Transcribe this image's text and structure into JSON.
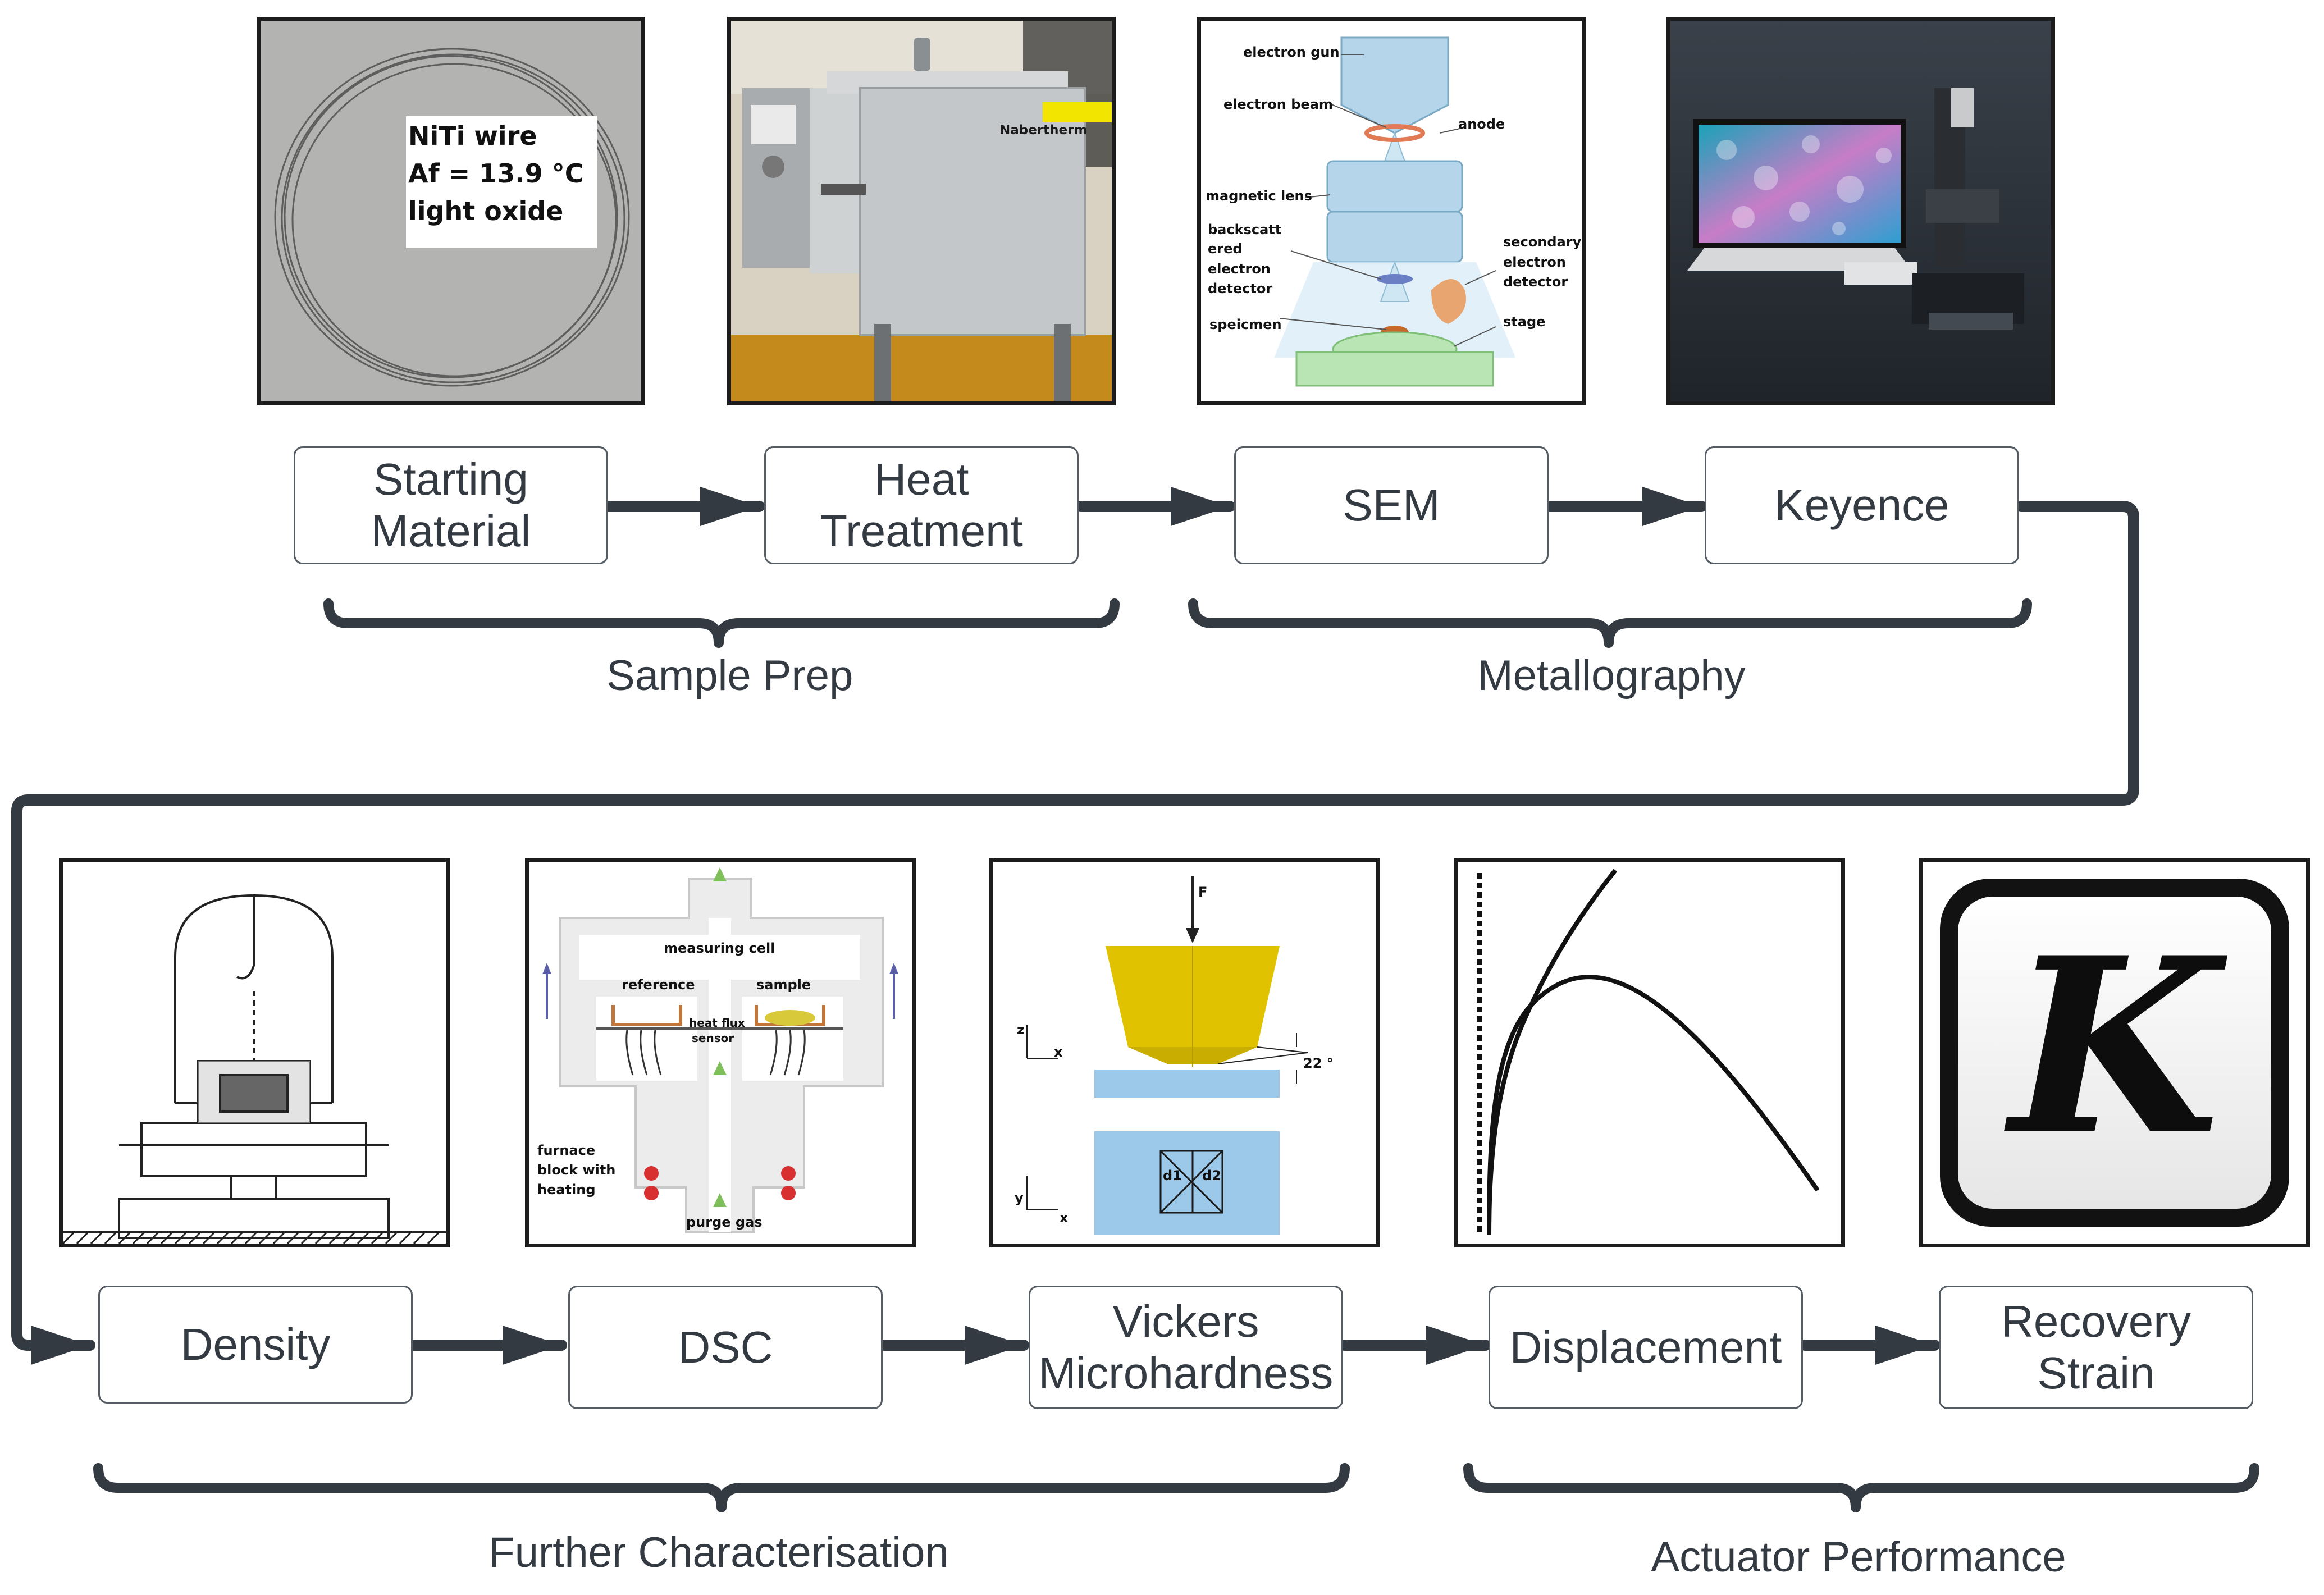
{
  "steps": {
    "starting_material": "Starting\nMaterial",
    "heat_treatment": "Heat\nTreatment",
    "sem": "SEM",
    "keyence": "Keyence",
    "density": "Density",
    "dsc": "DSC",
    "vickers": "Vickers\nMicrohardness",
    "displacement": "Displacement",
    "recovery_strain": "Recovery\nStrain"
  },
  "groups": {
    "sample_prep": "Sample Prep",
    "metallography": "Metallography",
    "further_characterisation": "Further Characterisation",
    "actuator_performance": "Actuator Performance"
  },
  "images": {
    "wire": {
      "line1": "NiTi wire",
      "line2": "Af = 13.9  °C",
      "line3": "light oxide"
    },
    "furnace": {
      "brand": "Nabertherm"
    },
    "sem": {
      "electron_gun": "electron gun",
      "electron_beam": "electron beam",
      "anode": "anode",
      "magnetic_lens": "magnetic lens",
      "backscatt": "backscatt",
      "ered": "ered",
      "electron": "electron",
      "detector": "detector",
      "secondary": "secondary",
      "secondary_electron": "electron",
      "secondary_detector": "detector",
      "specimen": "speicmen",
      "stage": "stage"
    },
    "dsc": {
      "measuring_cell": "measuring cell",
      "reference": "reference",
      "sample": "sample",
      "heat_flux": "heat flux",
      "sensor": "sensor",
      "furnace": "furnace",
      "block_with": "block with",
      "heating": "heating",
      "purge_gas": "purge gas"
    },
    "vickers": {
      "force": "F",
      "z": "z",
      "x1": "x",
      "y": "y",
      "x2": "x",
      "angle": "22 °",
      "d1": "d1",
      "d2": "d2"
    },
    "logo": {
      "letter": "K"
    }
  },
  "colors": {
    "connector": "#333a41",
    "box_border": "#555c63",
    "frame": "#1c1c1c",
    "indenter": "#e0c200",
    "specimen_blue": "#9cc8ea",
    "sem_column": "#b5d6ea",
    "stage_green": "#b9e4b3",
    "dsc_crucible": "#c2763a",
    "sample_yellow": "#d8c93a",
    "heater_red": "#d83030",
    "furnace_gray": "#b3b6b8",
    "keyence_bg": "#2b3138",
    "brand_tag": "#f2e600"
  },
  "icons": {
    "arrow": "arrow-right-icon",
    "brace": "curly-brace-icon"
  }
}
